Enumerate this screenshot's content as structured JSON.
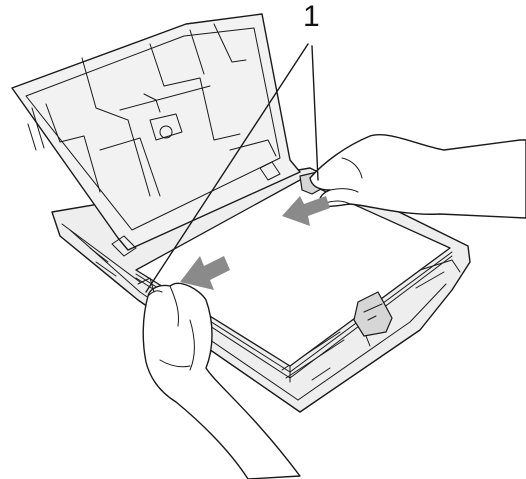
{
  "callout": {
    "label": "1"
  },
  "colors": {
    "line": "#1a1a1a",
    "arrow": "#8a8a8a",
    "background": "#ffffff"
  },
  "illustration": {
    "subject": "paper-tray-with-output-cover-raised",
    "arrows": [
      "push-paper-in-arrow",
      "slide-guide-arrow"
    ]
  }
}
